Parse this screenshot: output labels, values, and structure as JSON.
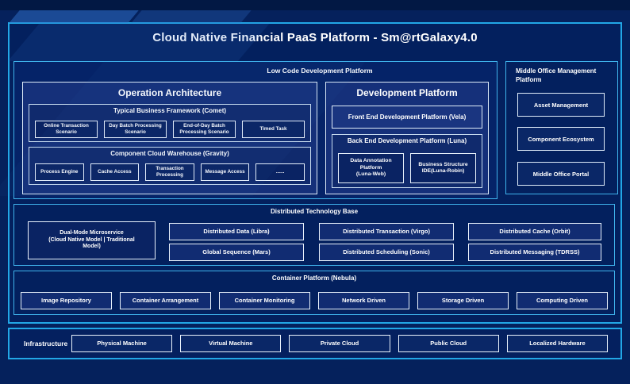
{
  "title": "Cloud Native Financial PaaS Platform - Sm@rtGalaxy4.0",
  "colors": {
    "background": "#05215c",
    "outer_border": "#22a7e6",
    "section_border": "#3fb3ec",
    "panel_fill": "#15307a",
    "leaf_fill": "#0a2363",
    "text": "#ffffff"
  },
  "low_code": {
    "label": "Low Code Development Platform",
    "operation_architecture": {
      "title": "Operation Architecture",
      "typical_business_framework": {
        "title": "Typical Business Framework (Comet)",
        "items": [
          "Online Transaction Scenario",
          "Day Batch Processing Scenario",
          "End-of-Day Batch Processing Scenario",
          "Timed Task"
        ]
      },
      "component_cloud_warehouse": {
        "title": "Component Cloud Warehouse (Gravity)",
        "items": [
          "Process Engine",
          "Cache Access",
          "Transaction Processing",
          "Message Access",
          "......"
        ]
      }
    },
    "development_platform": {
      "title": "Development Platform",
      "front_end": "Front End Development Platform (Vela)",
      "back_end": {
        "title": "Back End Development Platform (Luna)",
        "items": [
          "Data Annotation Platform\n(Luna-Web)",
          "Business Structure\nIDE(Luna-Robin)"
        ]
      }
    }
  },
  "middle_office": {
    "label": "Middle Office Management Platform",
    "items": [
      "Asset Management",
      "Component Ecosystem",
      "Middle Office Portal"
    ]
  },
  "distributed_base": {
    "label": "Distributed Technology Base",
    "dual_mode": "Dual-Mode Microservice\n(Cloud Native Model | Traditional\nModel)",
    "columns": [
      [
        "Distributed Data (Libra)",
        "Global Sequence (Mars)"
      ],
      [
        "Distributed Transaction (Virgo)",
        "Distributed Scheduling (Sonic)"
      ],
      [
        "Distributed Cache (Orbit)",
        "Distributed Messaging (TDRSS)"
      ]
    ]
  },
  "container_platform": {
    "label": "Container Platform (Nebula)",
    "items": [
      "Image Repository",
      "Container Arrangement",
      "Container Monitoring",
      "Network Driven",
      "Storage Driven",
      "Computing Driven"
    ]
  },
  "infrastructure": {
    "label": "Infrastructure",
    "items": [
      "Physical Machine",
      "Virtual Machine",
      "Private Cloud",
      "Public Cloud",
      "Localized Hardware"
    ]
  }
}
